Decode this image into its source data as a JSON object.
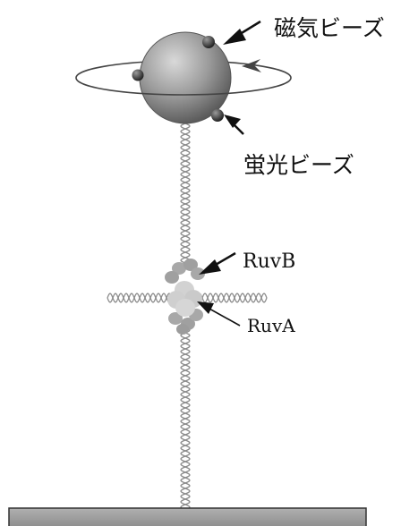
{
  "labels": {
    "magnetic_bead": "磁気ビーズ",
    "fluorescent_bead": "蛍光ビーズ",
    "ruvb": "RuvB",
    "ruva": "RuvA"
  },
  "colors": {
    "background": "#ffffff",
    "bead_fill": "#8a8a8a",
    "bead_highlight": "#d6d6d6",
    "dna_strand": "#9a9a9a",
    "protein_fill": "#a8a8a8",
    "ruva_fill": "#d2d2d2",
    "surface_fill": "#9a9a9a",
    "stroke": "#222222"
  }
}
